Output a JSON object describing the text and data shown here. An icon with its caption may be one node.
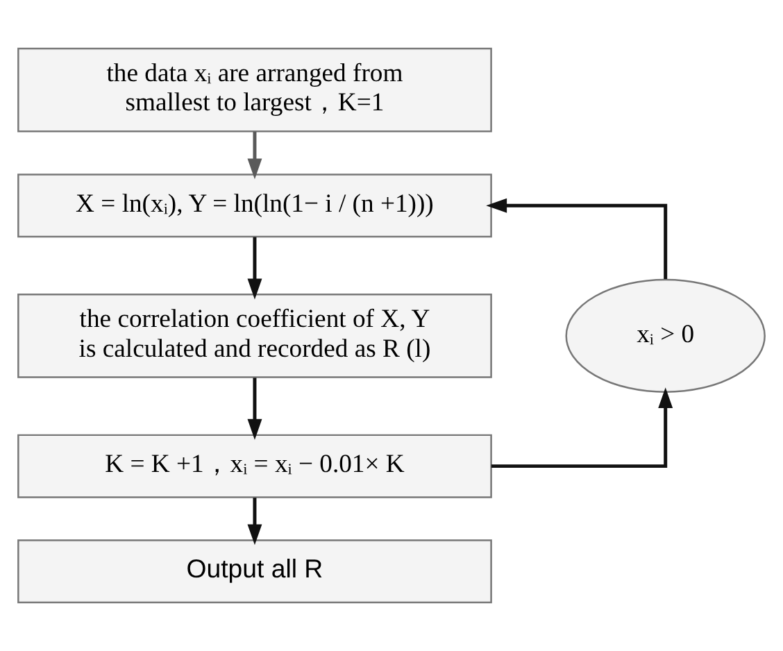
{
  "diagram": {
    "nodes": [
      {
        "text": [
          "the data xᵢ are arranged from smallest to largest，K=1"
        ]
      },
      {
        "text": [
          "X = ln(xᵢ), Y = ln(ln(1− i / (n +1)))"
        ]
      },
      {
        "text": [
          "xᵢ > 0"
        ]
      },
      {
        "text": [
          "the correlation coefficient of X, Y is calculated and recorded as R (l)"
        ]
      },
      {
        "text": [
          "K = K +1，xᵢ = xᵢ − 0.01× K"
        ]
      },
      {
        "text": [
          "Output all R"
        ]
      }
    ],
    "edges": [
      {
        "from": 0,
        "to": 1,
        "arrow": "to",
        "color": "#5a5a5a"
      },
      {
        "from": 2,
        "to": 1,
        "arrow": "to"
      },
      {
        "from": 1,
        "to": 3,
        "arrow": "to"
      },
      {
        "from": 3,
        "to": 4,
        "arrow": "to"
      },
      {
        "from": 4,
        "to": 2,
        "arrow": "to"
      },
      {
        "from": 4,
        "to": 5,
        "arrow": "to"
      }
    ]
  }
}
